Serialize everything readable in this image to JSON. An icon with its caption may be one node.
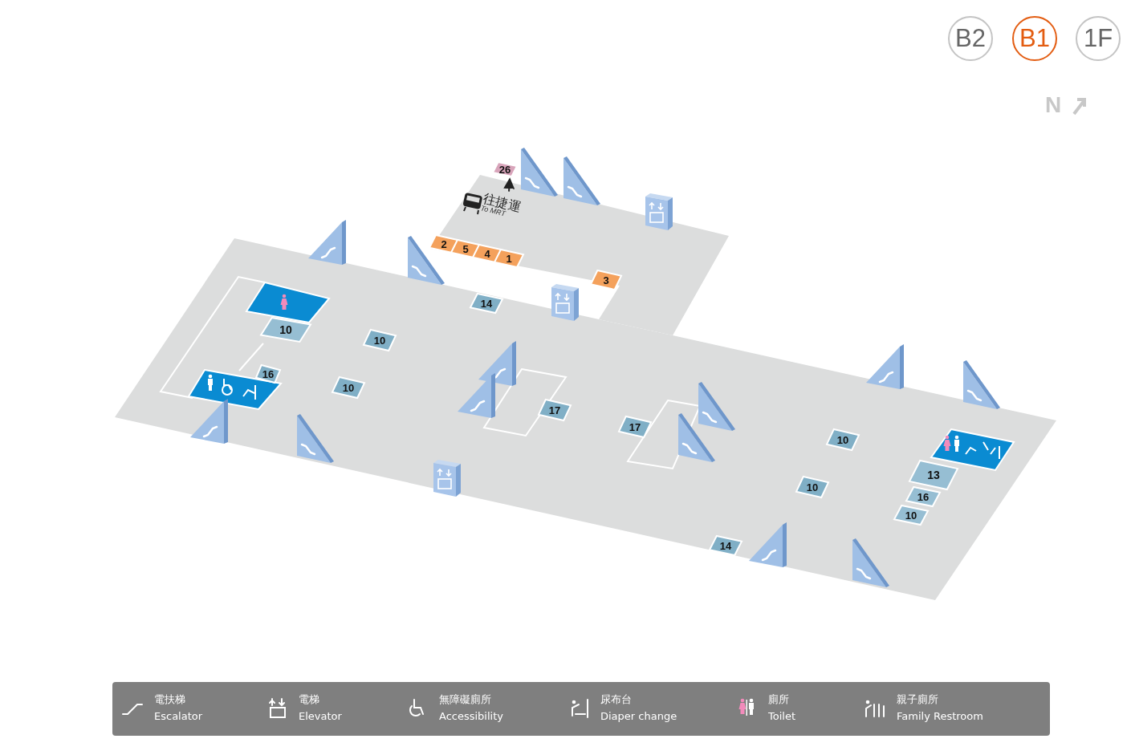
{
  "diagram": {
    "nodes": [
      {
        "text": [
          "B2"
        ]
      },
      {
        "text": [
          "B1"
        ]
      },
      {
        "text": [
          "1F"
        ]
      },
      {
        "text": [
          "26"
        ]
      },
      {
        "text": [
          "往捷運",
          "To MRT"
        ]
      },
      {
        "text": [
          "2"
        ]
      },
      {
        "text": [
          "5"
        ]
      },
      {
        "text": [
          "4"
        ]
      },
      {
        "text": [
          "1"
        ]
      },
      {
        "text": [
          "3"
        ]
      },
      {
        "text": [
          "14"
        ]
      },
      {
        "text": [
          "10"
        ]
      },
      {
        "text": [
          "10"
        ]
      },
      {
        "text": [
          "16"
        ]
      },
      {
        "text": [
          "10"
        ]
      },
      {
        "text": [
          "17"
        ]
      },
      {
        "text": [
          "17"
        ]
      },
      {
        "text": [
          "10"
        ]
      },
      {
        "text": [
          "13"
        ]
      },
      {
        "text": [
          "10"
        ]
      },
      {
        "text": [
          "16"
        ]
      },
      {
        "text": [
          "10"
        ]
      },
      {
        "text": [
          "14"
        ]
      }
    ],
    "edges": [
      {
        "from": 4,
        "to": 3,
        "arrow": "to"
      }
    ],
    "labels": [
      "N"
    ],
    "legend": [
      {
        "text": "電扶梯 Escalator"
      },
      {
        "text": "電梯 Elevator"
      },
      {
        "text": "無障礙廁所 Accessibility"
      },
      {
        "text": "尿布台 Diaper change"
      },
      {
        "text": "廁所 Toilet"
      },
      {
        "text": "親子廁所 Family Restroom"
      }
    ]
  }
}
